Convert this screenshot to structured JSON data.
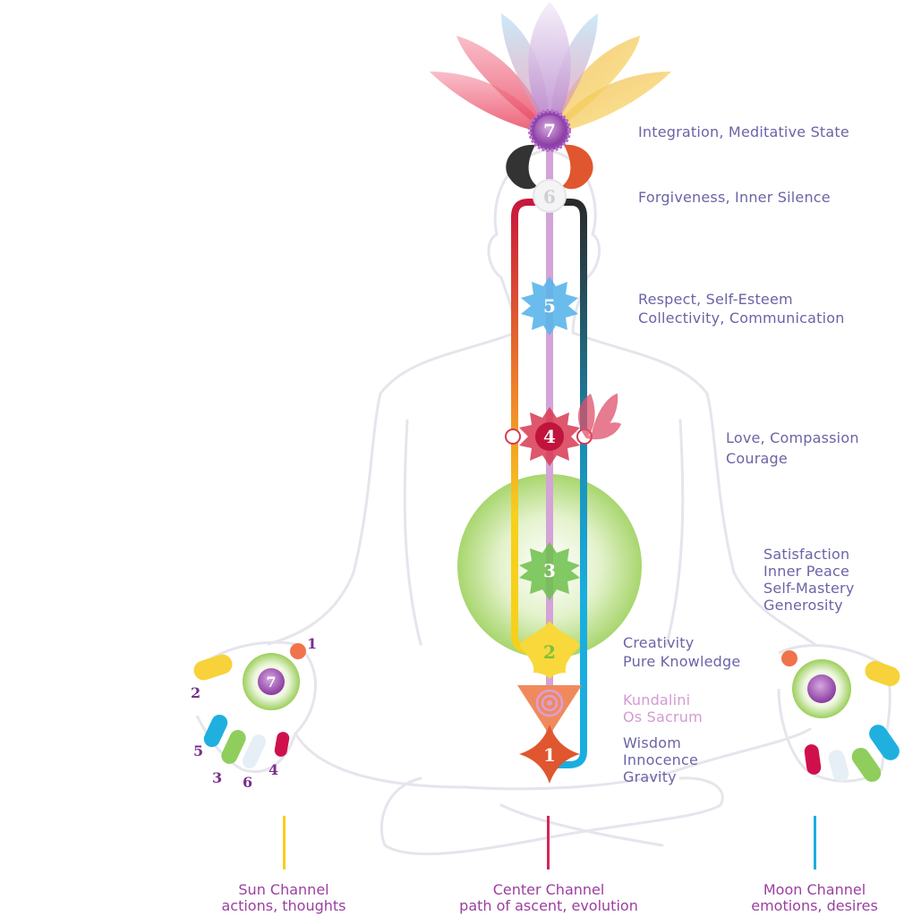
{
  "diagram": {
    "title": "Subtle System: Chakras and Channels",
    "chakras": [
      {
        "number": "7",
        "lines": [
          "Integration, Meditative State"
        ],
        "color": "#9b4fb0"
      },
      {
        "number": "6",
        "lines": [
          "Forgiveness, Inner Silence"
        ],
        "color": "#f2f2f2"
      },
      {
        "number": "5",
        "lines": [
          "Respect, Self-Esteem",
          "Collectivity, Communication"
        ],
        "color": "#4fb2e6"
      },
      {
        "number": "4",
        "lines": [
          "Love, Compassion",
          "Courage"
        ],
        "color": "#c8203e"
      },
      {
        "number": "3",
        "lines": [
          "Satisfaction",
          "Inner Peace",
          "Self-Mastery",
          "Generosity"
        ],
        "color": "#6cc04a"
      },
      {
        "number": "2",
        "lines": [
          "Creativity",
          "Pure Knowledge"
        ],
        "color": "#f7d23a"
      },
      {
        "number": "",
        "lines": [
          "Kundalini",
          "Os Sacrum"
        ],
        "color": "#f08a5d"
      },
      {
        "number": "1",
        "lines": [
          "Wisdom",
          "Innocence",
          "Gravity"
        ],
        "color": "#e0562e"
      }
    ],
    "channels": [
      {
        "name": "Sun Channel",
        "desc": "actions, thoughts",
        "color": "#f7d01c"
      },
      {
        "name": "Center Channel",
        "desc": "path of ascent, evolution",
        "color": "#d0285a"
      },
      {
        "name": "Moon Channel",
        "desc": "emotions, desires",
        "color": "#1aaee0"
      }
    ],
    "left_hand": {
      "palm_center": "7",
      "finger_numbers": [
        "1",
        "2",
        "5",
        "3",
        "6",
        "4"
      ]
    },
    "colors": {
      "text": "#6a64a6",
      "kundalini_text": "#d49ad0",
      "channel_text": "#9b3fa0",
      "sun": "#f7d01c",
      "moon": "#1aaee0",
      "center": "#d4a3d8",
      "outline": "#e6e4ec"
    }
  }
}
